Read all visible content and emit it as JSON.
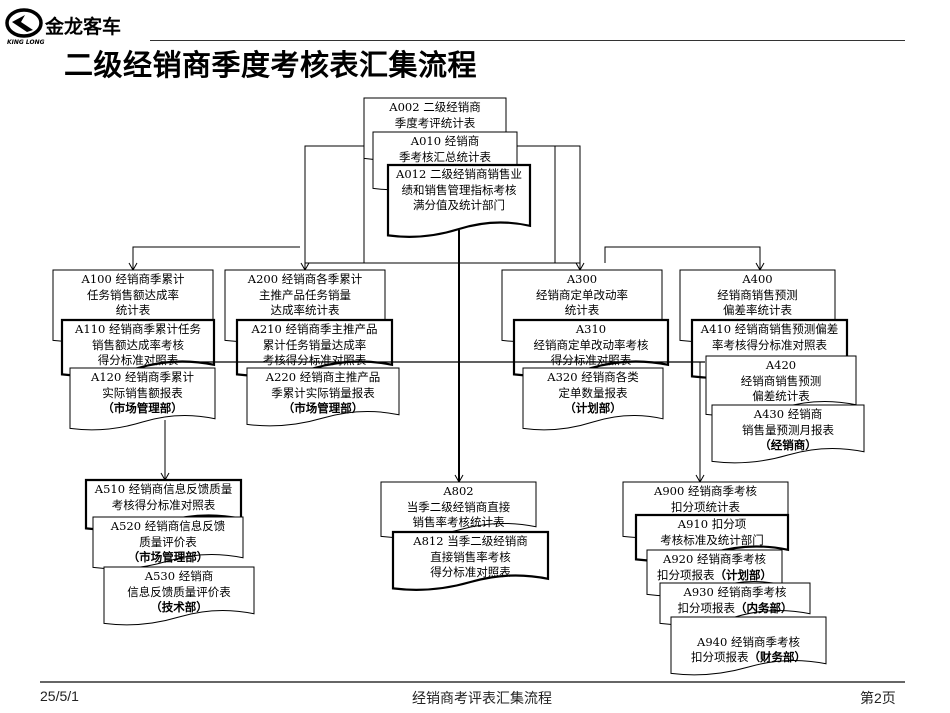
{
  "logo": {
    "brand": "金龙客车",
    "sub": "KING LONG"
  },
  "title": "二级经销商季度考核表汇集流程",
  "boxes": [
    {
      "id": "A002",
      "lines": [
        "A002 二级经销商",
        "季度考评统计表"
      ]
    },
    {
      "id": "A010",
      "lines": [
        "A010 经销商",
        "季考核汇总统计表"
      ]
    },
    {
      "id": "A012",
      "lines": [
        "A012 二级经销商销售业",
        "绩和销售管理指标考核",
        "满分值及统计部门"
      ],
      "thick": true
    },
    {
      "id": "A100",
      "lines": [
        "A100 经销商季累计",
        "任务销售额达成率",
        "统计表"
      ]
    },
    {
      "id": "A110",
      "lines": [
        "A110 经销商季累计任务",
        "销售额达成率考核",
        "得分标准对照表"
      ],
      "thick": true
    },
    {
      "id": "A120",
      "lines": [
        "A120 经销商季累计",
        "实际销售额报表"
      ],
      "dept": "（市场管理部）"
    },
    {
      "id": "A200",
      "lines": [
        "A200 经销商各季累计",
        "主推产品任务销量",
        "达成率统计表"
      ]
    },
    {
      "id": "A210",
      "lines": [
        "A210 经销商季主推产品",
        "累计任务销量达成率",
        "考核得分标准对照表"
      ],
      "thick": true
    },
    {
      "id": "A220",
      "lines": [
        "A220 经销商主推产品",
        "季累计实际销量报表"
      ],
      "dept": "（市场管理部）"
    },
    {
      "id": "A300",
      "lines": [
        "A300",
        "经销商定单改动率",
        "统计表"
      ]
    },
    {
      "id": "A310",
      "lines": [
        "A310",
        "经销商定单改动率考核",
        "得分标准对照表"
      ],
      "thick": true
    },
    {
      "id": "A320",
      "lines": [
        "A320 经销商各类",
        "定单数量报表"
      ],
      "dept": "（计划部）"
    },
    {
      "id": "A400",
      "lines": [
        "A400",
        "经销商销售预测",
        "偏差率统计表"
      ]
    },
    {
      "id": "A410",
      "lines": [
        "A410 经销商销售预测偏差",
        "率考核得分标准对照表"
      ],
      "thick": true
    },
    {
      "id": "A420",
      "lines": [
        "A420",
        "经销商销售预测",
        "偏差统计表"
      ]
    },
    {
      "id": "A430",
      "lines": [
        "A430 经销商",
        "销售量预测月报表"
      ],
      "dept": "（经销商）"
    },
    {
      "id": "A510",
      "lines": [
        "A510 经销商信息反馈质量",
        "考核得分标准对照表"
      ],
      "thick": true
    },
    {
      "id": "A520",
      "lines": [
        "A520 经销商信息反馈",
        "质量评价表"
      ],
      "dept": "（市场管理部）"
    },
    {
      "id": "A530",
      "lines": [
        "A530 经销商",
        "信息反馈质量评价表"
      ],
      "dept": "（技术部）"
    },
    {
      "id": "A802",
      "lines": [
        "A802",
        "当季二级经销商直接",
        "销售率考核统计表"
      ]
    },
    {
      "id": "A812",
      "lines": [
        "A812 当季二级经销商",
        "直接销售率考核",
        "得分标准对照表"
      ],
      "thick": true
    },
    {
      "id": "A900",
      "lines": [
        "A900 经销商季考核",
        "扣分项统计表"
      ]
    },
    {
      "id": "A910",
      "lines": [
        "A910 扣分项",
        "考核标准及统计部门"
      ],
      "thick": true
    },
    {
      "id": "A920",
      "lines": [
        "A920 经销商季考核",
        "扣分项报表"
      ],
      "dept_inline": "（计划部）"
    },
    {
      "id": "A930",
      "lines": [
        "A930 经销商季考核",
        "扣分项报表"
      ],
      "dept_inline": "（内务部）"
    },
    {
      "id": "A940",
      "lines": [
        "",
        "A940 经销商季考核",
        "扣分项报表"
      ],
      "dept_inline": "（财务部）"
    }
  ],
  "footer": {
    "date": "25/5/1",
    "center": "经销商考评表汇集流程",
    "page": "第2页"
  }
}
